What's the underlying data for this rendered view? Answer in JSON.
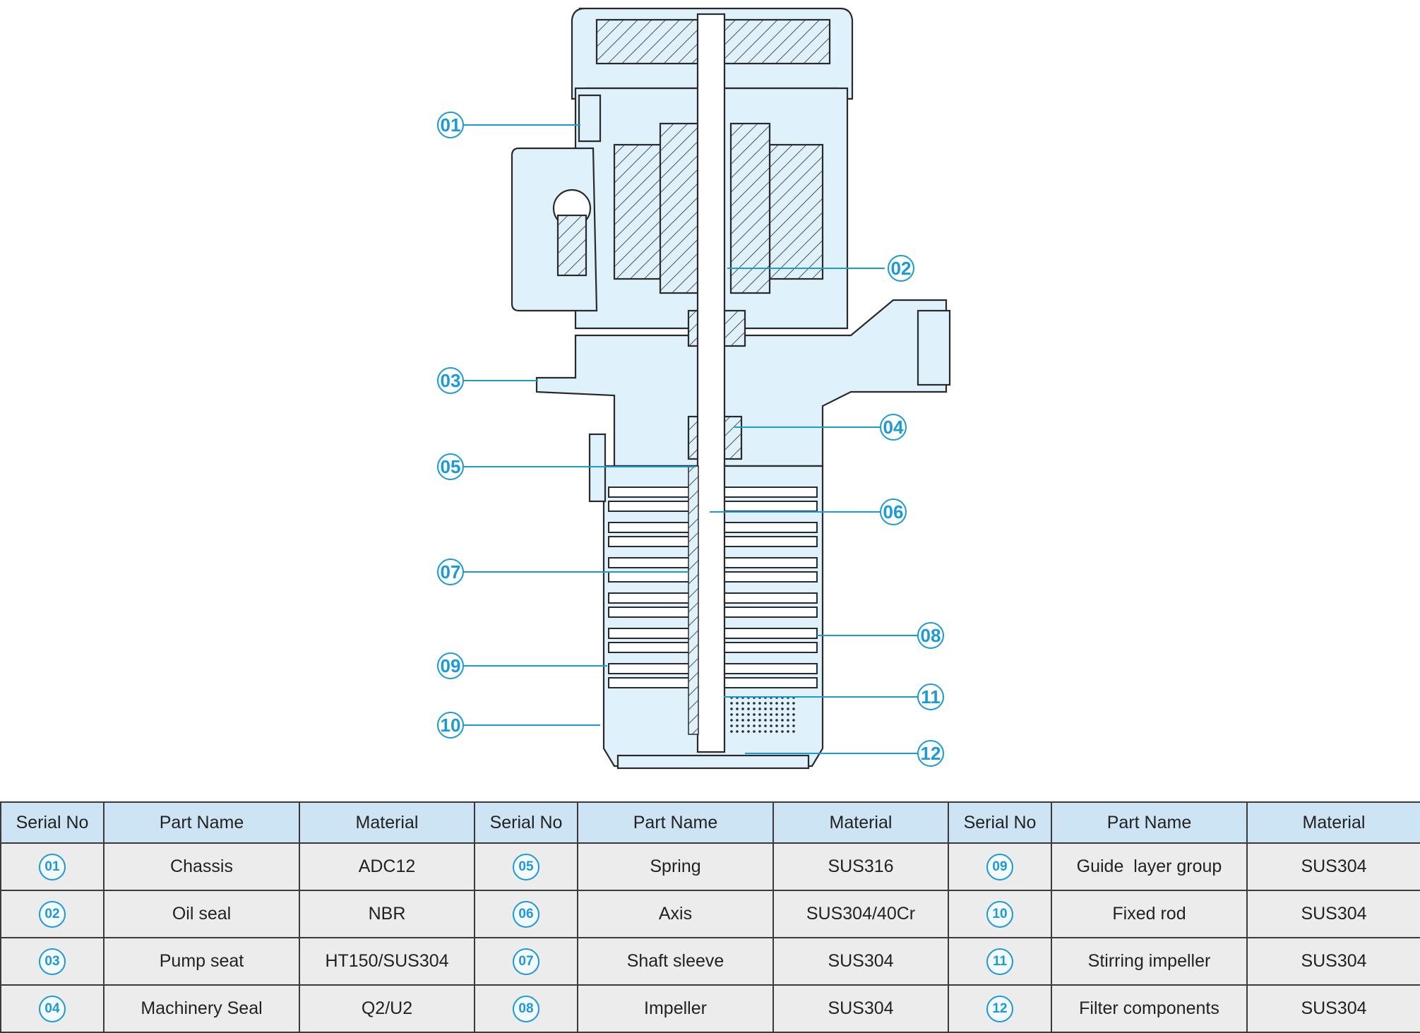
{
  "colors": {
    "accent": "#1a9ad6",
    "body_fill": "#dff1fb",
    "outline": "#2a2a2a",
    "header_bg": "#cde4f5",
    "row_bg": "#ececec"
  },
  "callouts": [
    "01",
    "02",
    "03",
    "04",
    "05",
    "06",
    "07",
    "08",
    "09",
    "10",
    "11",
    "12"
  ],
  "table": {
    "headers": [
      "Serial No",
      "Part Name",
      "Material",
      "Serial No",
      "Part Name",
      "Material",
      "Serial No",
      "Part Name",
      "Material"
    ],
    "rows": [
      [
        {
          "no": "01",
          "name": "Chassis",
          "material": "ADC12"
        },
        {
          "no": "05",
          "name": "Spring",
          "material": "SUS316"
        },
        {
          "no": "09",
          "name": "Guide  layer group",
          "material": "SUS304"
        }
      ],
      [
        {
          "no": "02",
          "name": "Oil seal",
          "material": "NBR"
        },
        {
          "no": "06",
          "name": "Axis",
          "material": "SUS304/40Cr"
        },
        {
          "no": "10",
          "name": "Fixed rod",
          "material": "SUS304"
        }
      ],
      [
        {
          "no": "03",
          "name": "Pump seat",
          "material": "HT150/SUS304"
        },
        {
          "no": "07",
          "name": "Shaft sleeve",
          "material": "SUS304"
        },
        {
          "no": "11",
          "name": "Stirring impeller",
          "material": "SUS304"
        }
      ],
      [
        {
          "no": "04",
          "name": "Machinery Seal",
          "material": "Q2/U2"
        },
        {
          "no": "08",
          "name": "Impeller",
          "material": "SUS304"
        },
        {
          "no": "12",
          "name": "Filter components",
          "material": "SUS304"
        }
      ]
    ]
  }
}
